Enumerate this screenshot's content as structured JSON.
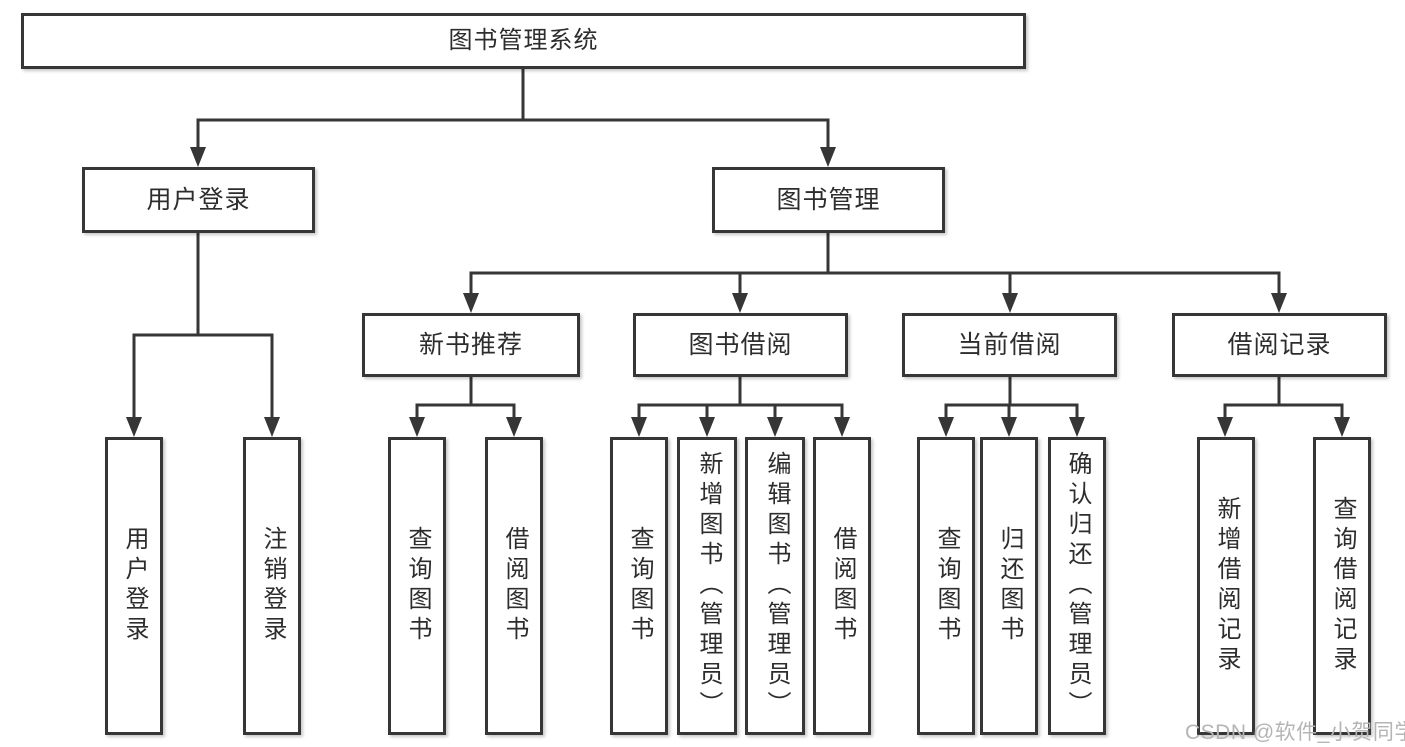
{
  "tree": {
    "root": {
      "label": "图书管理系统",
      "children": [
        {
          "label": "用户登录",
          "children": [
            {
              "label": "用户登录"
            },
            {
              "label": "注销登录"
            }
          ]
        },
        {
          "label": "图书管理",
          "children": [
            {
              "label": "新书推荐",
              "children": [
                {
                  "label": "查询图书"
                },
                {
                  "label": "借阅图书"
                }
              ]
            },
            {
              "label": "图书借阅",
              "children": [
                {
                  "label": "查询图书"
                },
                {
                  "label": "新增图书（管理员）"
                },
                {
                  "label": "编辑图书（管理员）"
                },
                {
                  "label": "借阅图书"
                }
              ]
            },
            {
              "label": "当前借阅",
              "children": [
                {
                  "label": "查询图书"
                },
                {
                  "label": "归还图书"
                },
                {
                  "label": "确认归还（管理员）"
                }
              ]
            },
            {
              "label": "借阅记录",
              "children": [
                {
                  "label": "新增借阅记录"
                },
                {
                  "label": "查询借阅记录"
                }
              ]
            }
          ]
        }
      ]
    }
  },
  "watermark": "CSDN @软件_小贺同学",
  "palette": {
    "line": "#363636",
    "box_border": "#363636",
    "box_fill": "#ffffff",
    "text": "#2d2d2d",
    "watermark": "#b5b5b5",
    "background": "#ffffff"
  }
}
